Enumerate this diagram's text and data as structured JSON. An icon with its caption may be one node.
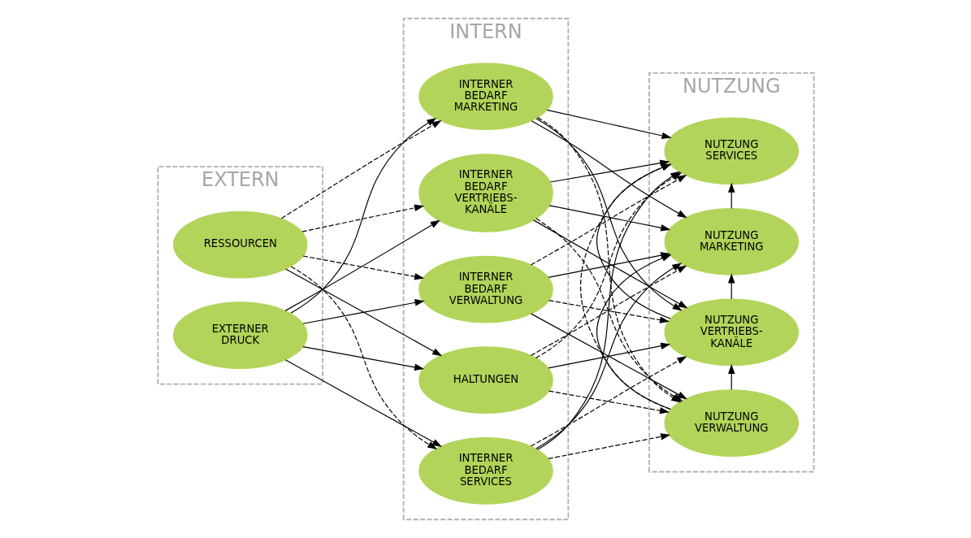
{
  "diagram": {
    "nodes": [
      {
        "text": [
          "EXTERN"
        ]
      },
      {
        "text": [
          "INTERN"
        ]
      },
      {
        "text": [
          "NUTZUNG"
        ]
      },
      {
        "text": [
          "RESSOURCEN"
        ],
        "in": 0
      },
      {
        "text": [
          "EXTERNER DRUCK"
        ],
        "in": 0
      },
      {
        "text": [
          "HALTUNGEN"
        ],
        "in": 1
      },
      {
        "text": [
          "INTERNER BEDARF SERVICES"
        ],
        "in": 1
      },
      {
        "text": [
          "INTERNER BEDARF MARKETING"
        ],
        "in": 1
      },
      {
        "text": [
          "INTERNER BEDARF VERTRIEBS- KANÄLE"
        ],
        "in": 1
      },
      {
        "text": [
          "INTERNER BEDARF VERWALTUNG"
        ],
        "in": 1
      },
      {
        "text": [
          "NUTZUNG SERVICES"
        ],
        "in": 2
      },
      {
        "text": [
          "NUTZUNG MARKETING"
        ],
        "in": 2
      },
      {
        "text": [
          "NUTZUNG VERTRIEBS- KANÄLE"
        ],
        "in": 2
      },
      {
        "text": [
          "NUTZUNG VERWALTUNG"
        ],
        "in": 2
      }
    ],
    "edges": [
      {
        "from": 3,
        "to": 5,
        "arrow": "to"
      },
      {
        "from": 3,
        "to": 6,
        "arrow": "to",
        "style": "dashed"
      },
      {
        "from": 3,
        "to": 7,
        "arrow": "to",
        "style": "dashed"
      },
      {
        "from": 3,
        "to": 8,
        "arrow": "to",
        "style": "dashed"
      },
      {
        "from": 3,
        "to": 9,
        "arrow": "to",
        "style": "dashed"
      },
      {
        "from": 4,
        "to": 5,
        "arrow": "to"
      },
      {
        "from": 4,
        "to": 6,
        "arrow": "to"
      },
      {
        "from": 4,
        "to": 7,
        "arrow": "to"
      },
      {
        "from": 4,
        "to": 8,
        "arrow": "to"
      },
      {
        "from": 4,
        "to": 9,
        "arrow": "to"
      },
      {
        "from": 5,
        "to": 10,
        "arrow": "to",
        "style": "dashed"
      },
      {
        "from": 5,
        "to": 11,
        "arrow": "to",
        "style": "dashed"
      },
      {
        "from": 5,
        "to": 12,
        "arrow": "to"
      },
      {
        "from": 5,
        "to": 13,
        "arrow": "to",
        "style": "dashed"
      },
      {
        "from": 6,
        "to": 10,
        "arrow": "to"
      },
      {
        "from": 6,
        "to": 11,
        "arrow": "to"
      },
      {
        "from": 6,
        "to": 12,
        "arrow": "to",
        "style": "dashed"
      },
      {
        "from": 6,
        "to": 13,
        "arrow": "to",
        "style": "dashed"
      },
      {
        "from": 7,
        "to": 10,
        "arrow": "to"
      },
      {
        "from": 7,
        "to": 11,
        "arrow": "to"
      },
      {
        "from": 7,
        "to": 12,
        "arrow": "to"
      },
      {
        "from": 7,
        "to": 13,
        "arrow": "to",
        "style": "dashed"
      },
      {
        "from": 8,
        "to": 10,
        "arrow": "to"
      },
      {
        "from": 8,
        "to": 11,
        "arrow": "to"
      },
      {
        "from": 8,
        "to": 12,
        "arrow": "to"
      },
      {
        "from": 8,
        "to": 13,
        "arrow": "to",
        "style": "dashed"
      },
      {
        "from": 9,
        "to": 10,
        "arrow": "to",
        "style": "dashed"
      },
      {
        "from": 9,
        "to": 11,
        "arrow": "to"
      },
      {
        "from": 9,
        "to": 12,
        "arrow": "to",
        "style": "dashed"
      },
      {
        "from": 9,
        "to": 13,
        "arrow": "to"
      },
      {
        "from": 11,
        "to": 10,
        "arrow": "to"
      },
      {
        "from": 12,
        "to": 11,
        "arrow": "to"
      },
      {
        "from": 13,
        "to": 12,
        "arrow": "to"
      },
      {
        "from": 12,
        "to": 10,
        "arrow": "to"
      },
      {
        "from": 13,
        "to": 11,
        "arrow": "to"
      },
      {
        "from": 13,
        "to": 10,
        "arrow": "to",
        "style": "dashed"
      }
    ]
  }
}
